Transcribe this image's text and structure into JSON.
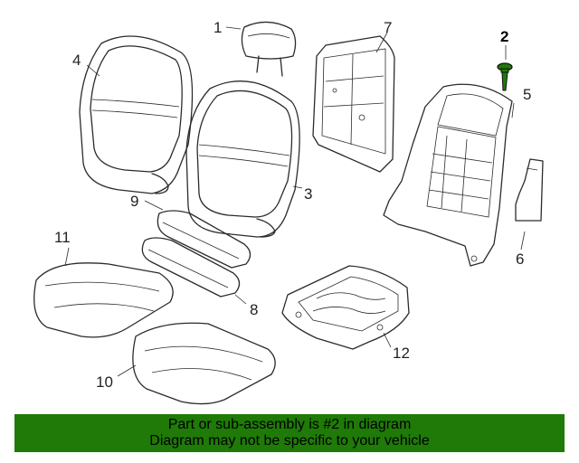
{
  "diagram": {
    "callouts": [
      "1",
      "2",
      "3",
      "4",
      "5",
      "6",
      "7",
      "8",
      "9",
      "10",
      "11",
      "12"
    ],
    "highlight_callout": "2",
    "highlight_color": "#1f7a08"
  },
  "banner": {
    "line1": "Part or sub-assembly is #2 in diagram",
    "line2": "Diagram may not be specific to your vehicle",
    "background": "#1f7a08"
  }
}
